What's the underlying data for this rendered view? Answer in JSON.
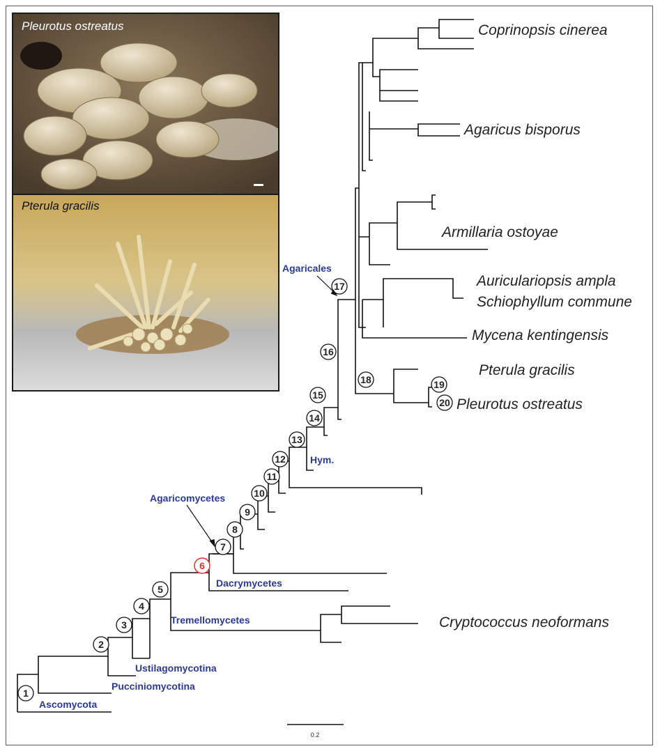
{
  "photos": {
    "top": {
      "label": "Pleurotus ostreatus"
    },
    "bottom": {
      "label": "Pterula gracilis"
    }
  },
  "species": {
    "coprinopsis": "Coprinopsis cinerea",
    "agaricus": "Agaricus bisporus",
    "armillaria": "Armillaria ostoyae",
    "auriculariopsis": "Auriculariopsis ampla",
    "schiophyllum": "Schiophyllum commune",
    "mycena": "Mycena kentingensis",
    "pterula": "Pterula gracilis",
    "pleurotus": "Pleurotus ostreatus",
    "cryptococcus": "Cryptococcus neoformans"
  },
  "clades": {
    "agaricales": "Agaricales",
    "agaricomycetes": "Agaricomycetes",
    "hym": "Hym.",
    "dacrymycetes": "Dacrymycetes",
    "tremellomycetes": "Tremellomycetes",
    "ustilagomycotina": "Ustilagomycotina",
    "pucciniomycotina": "Pucciniomycotina",
    "ascomycota": "Ascomycota"
  },
  "nodes": {
    "n1": "1",
    "n2": "2",
    "n3": "3",
    "n4": "4",
    "n5": "5",
    "n6": "6",
    "n7": "7",
    "n8": "8",
    "n9": "9",
    "n10": "10",
    "n11": "11",
    "n12": "12",
    "n13": "13",
    "n14": "14",
    "n15": "15",
    "n16": "16",
    "n17": "17",
    "n18": "18",
    "n19": "19",
    "n20": "20"
  },
  "scale_bar": {
    "label": "0.2"
  },
  "colors": {
    "clade_label": "#2b3a8f",
    "highlight_node": "#e0302a",
    "branch": "#111111"
  }
}
